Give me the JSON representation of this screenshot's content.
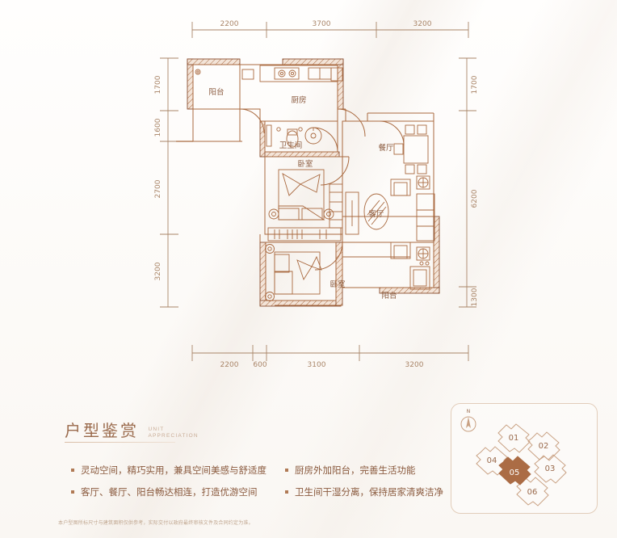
{
  "document": {
    "type": "residential-floor-plan",
    "unit_code": "05"
  },
  "dimensions": {
    "top": [
      "2200",
      "3700",
      "3200"
    ],
    "bottom": [
      "2200",
      "600",
      "3100",
      "3200"
    ],
    "left": [
      "1700",
      "1600",
      "2700",
      "3200"
    ],
    "right": [
      "1700",
      "6200",
      "1300"
    ]
  },
  "rooms": [
    {
      "id": "balcony-north",
      "label": "阳台"
    },
    {
      "id": "kitchen",
      "label": "厨房"
    },
    {
      "id": "bathroom",
      "label": "卫生间"
    },
    {
      "id": "bedroom-master",
      "label": "卧室"
    },
    {
      "id": "bedroom-second",
      "label": "卧室"
    },
    {
      "id": "dining",
      "label": "餐厅"
    },
    {
      "id": "living",
      "label": "客厅"
    },
    {
      "id": "balcony-south",
      "label": "阳台"
    }
  ],
  "legend": {
    "title_cn": "户型鉴赏",
    "title_en_line1": "UNIT",
    "title_en_line2": "APPRECIATION",
    "bullets_left": [
      "灵动空间，精巧实用，兼具空间美感与舒适度",
      "客厅、餐厅、阳台畅达相连，打造优游空间"
    ],
    "bullets_right": [
      "厨房外加阳台，完善生活功能",
      "卫生间干湿分离，保持居家清爽洁净"
    ],
    "disclaimer": "本户型图所标尺寸与建筑面积仅供参考，实际交付以政府最终审核文件及合同约定为准。"
  },
  "keyplan": {
    "compass_label": "N",
    "units": [
      {
        "id": "01",
        "label": "01",
        "highlighted": false
      },
      {
        "id": "02",
        "label": "02",
        "highlighted": false
      },
      {
        "id": "03",
        "label": "03",
        "highlighted": false
      },
      {
        "id": "04",
        "label": "04",
        "highlighted": false
      },
      {
        "id": "05",
        "label": "05",
        "highlighted": true
      },
      {
        "id": "06",
        "label": "06",
        "highlighted": false
      }
    ]
  },
  "colors": {
    "wall": "#8a4f31",
    "line": "#a9693f",
    "furniture": "#a9693f",
    "text": "#8a5a3e",
    "dimension": "#a98568",
    "highlight": "#ab6c45",
    "background": "#fdfcfa"
  }
}
